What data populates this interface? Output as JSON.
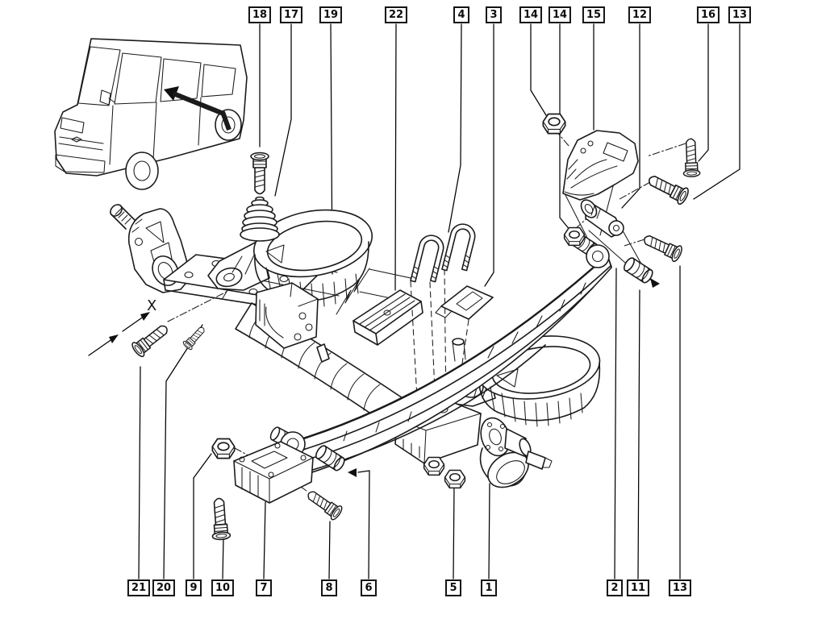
{
  "page": {
    "background_color": "#ffffff"
  },
  "diagram": {
    "line_color": "#1b1b1b",
    "leader_color": "#000000",
    "dimension_label": "X",
    "callouts_top": [
      {
        "label": "18"
      },
      {
        "label": "17"
      },
      {
        "label": "19"
      },
      {
        "label": "22"
      },
      {
        "label": "4"
      },
      {
        "label": "3"
      },
      {
        "label": "14"
      },
      {
        "label": "14"
      },
      {
        "label": "15"
      },
      {
        "label": "12"
      },
      {
        "label": "16"
      },
      {
        "label": "13"
      }
    ],
    "callouts_bottom": [
      {
        "label": "21"
      },
      {
        "label": "20"
      },
      {
        "label": "9"
      },
      {
        "label": "10"
      },
      {
        "label": "7"
      },
      {
        "label": "8"
      },
      {
        "label": "6"
      },
      {
        "label": "5"
      },
      {
        "label": "1"
      },
      {
        "label": "2"
      },
      {
        "label": "11"
      },
      {
        "label": "13"
      }
    ]
  }
}
